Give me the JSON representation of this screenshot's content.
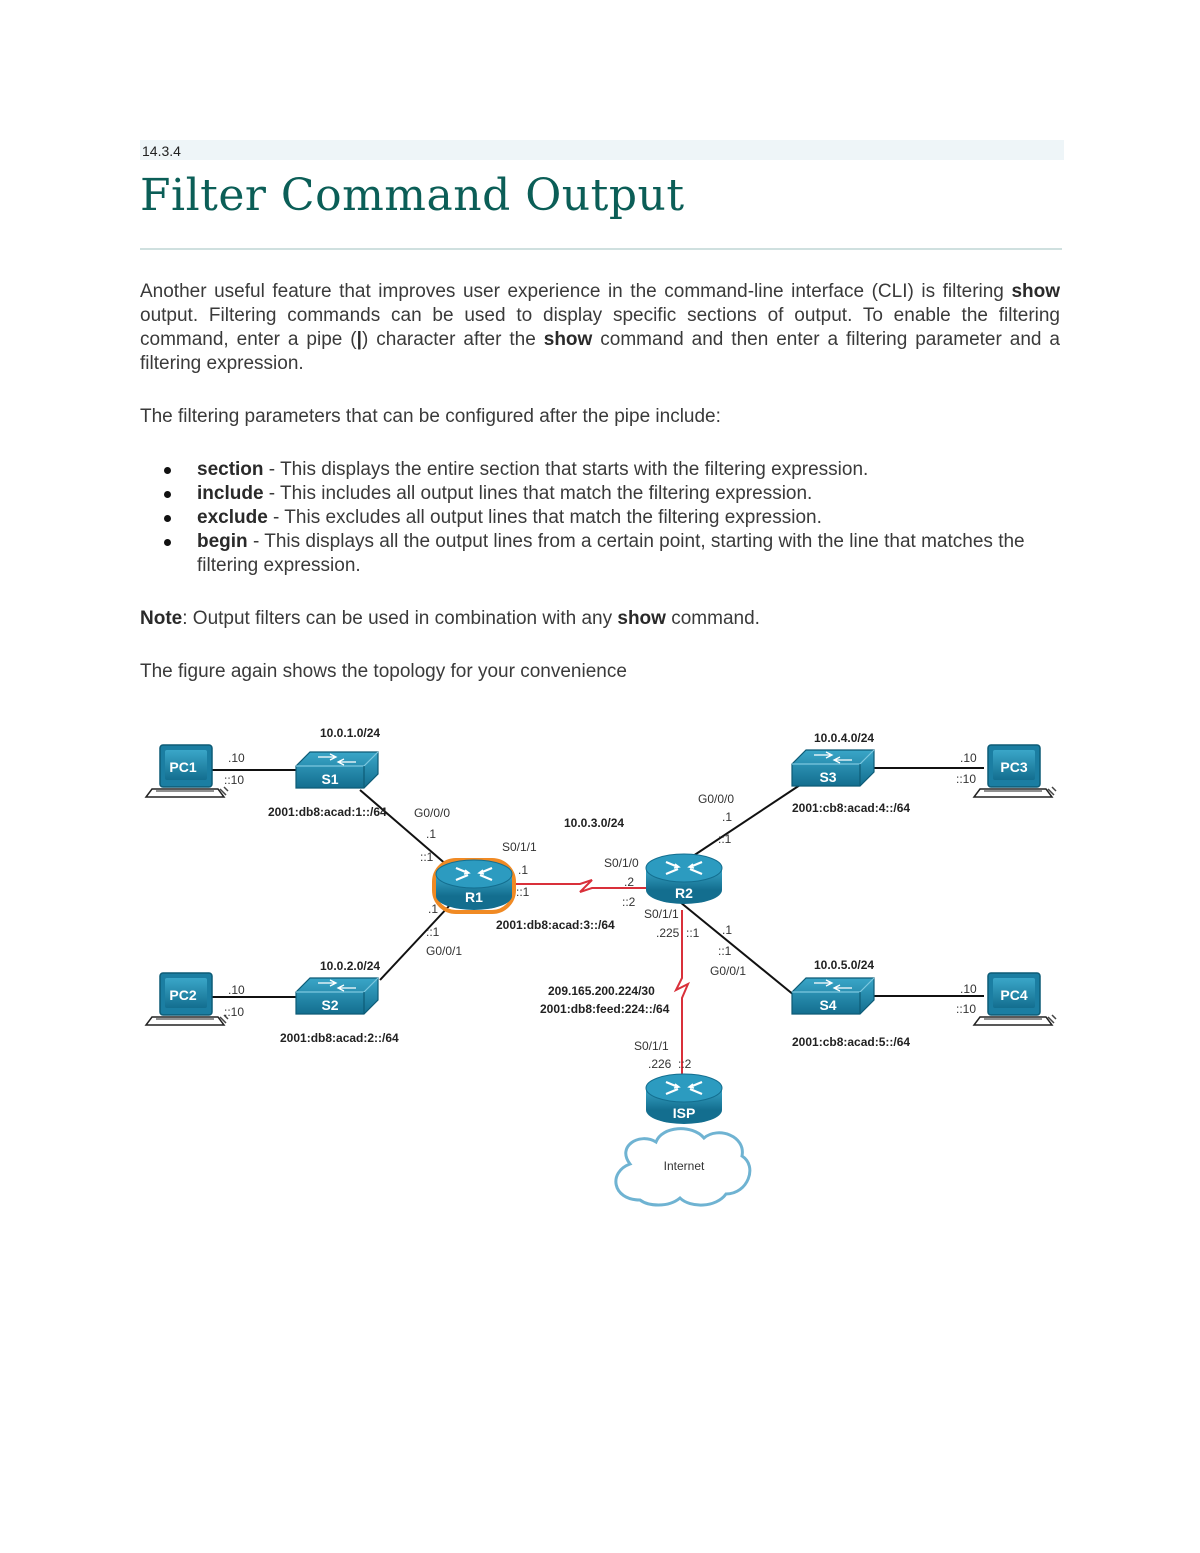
{
  "section_number": "14.3.4",
  "title": "Filter Command Output",
  "intro": {
    "p1_a": "Another useful feature that improves user experience in the command-line interface (CLI) is filtering ",
    "p1_show1": "show",
    "p1_b": " output. Filtering commands can be used to display specific sections of output. To enable the filtering command, enter a pipe (",
    "p1_pipe": "|",
    "p1_c": ") character after the ",
    "p1_show2": "show",
    "p1_d": " command and then enter a filtering parameter and a filtering expression."
  },
  "params_intro": "The filtering parameters that can be configured after the pipe include:",
  "params": [
    {
      "name": "section",
      "desc": " - This displays the entire section that starts with the filtering expression."
    },
    {
      "name": "include",
      "desc": " - This includes all output lines that match the filtering expression."
    },
    {
      "name": "exclude",
      "desc": " - This excludes all output lines that match the filtering expression."
    },
    {
      "name": "begin",
      "desc": " - This displays all the output lines from a certain point, starting with the line that matches the filtering expression."
    }
  ],
  "note": {
    "label": "Note",
    "a": ": Output filters can be used in combination with any ",
    "show": "show",
    "b": " command."
  },
  "figure_caption": "The figure again shows the topology for your convenience",
  "topology": {
    "devices": {
      "pc1": "PC1",
      "pc2": "PC2",
      "pc3": "PC3",
      "pc4": "PC4",
      "s1": "S1",
      "s2": "S2",
      "s3": "S3",
      "s4": "S4",
      "r1": "R1",
      "r2": "R2",
      "isp": "ISP",
      "internet": "Internet"
    },
    "labels": {
      "net_s1_v4": "10.0.1.0/24",
      "net_s1_v6": "2001:db8:acad:1::/64",
      "net_s2_v4": "10.0.2.0/24",
      "net_s2_v6": "2001:db8:acad:2::/64",
      "net_s3_v4": "10.0.4.0/24",
      "net_s3_v6": "2001:cb8:acad:4::/64",
      "net_s4_v4": "10.0.5.0/24",
      "net_s4_v6": "2001:cb8:acad:5::/64",
      "net_r1r2_v4": "10.0.3.0/24",
      "net_r1r2_v6": "2001:db8:acad:3::/64",
      "net_isp_v4": "209.165.200.224/30",
      "net_isp_v6": "2001:db8:feed:224::/64",
      "pc1_v4": ".10",
      "pc1_v6": "::10",
      "pc2_v4": ".10",
      "pc2_v6": "::10",
      "pc3_v4": ".10",
      "pc3_v6": "::10",
      "pc4_v4": ".10",
      "pc4_v6": "::10",
      "r1_g000": "G0/0/0",
      "r1_g000_v4": ".1",
      "r1_g000_v6": "::1",
      "r1_g001": "G0/0/1",
      "r1_g001_v4": ".1",
      "r1_g001_v6": "::1",
      "r1_s011": "S0/1/1",
      "r1_s011_v4": ".1",
      "r1_s011_v6": "::1",
      "r2_g000": "G0/0/0",
      "r2_g000_v4": ".1",
      "r2_g000_v6": "::1",
      "r2_g001": "G0/0/1",
      "r2_g001_v4": ".1",
      "r2_g001_v6": "::1",
      "r2_s010": "S0/1/0",
      "r2_s010_v4": ".2",
      "r2_s010_v6": "::2",
      "r2_s011": "S0/1/1",
      "r2_s011_v4": ".225",
      "r2_s011_v6": "::1",
      "isp_s011": "S0/1/1",
      "isp_s011_v4": ".226",
      "isp_s011_v6": "::2"
    },
    "colors": {
      "router": "#1a7fa3",
      "switch": "#1a7fa3",
      "r1_highlight": "#f08a24",
      "serial_link": "#d9303a",
      "ethernet_link": "#111111"
    }
  }
}
